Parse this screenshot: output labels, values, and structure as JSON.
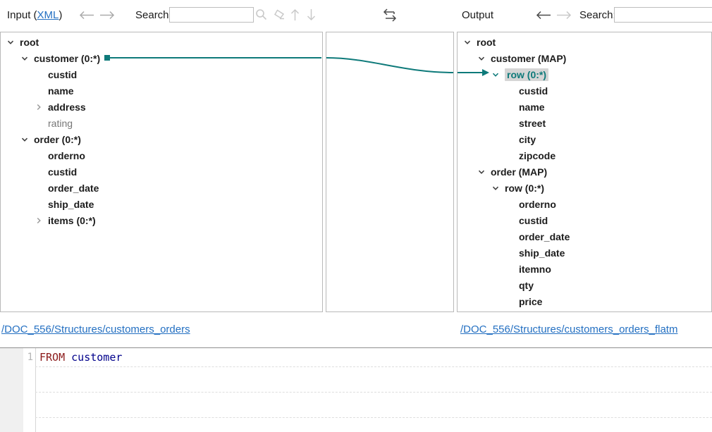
{
  "header": {
    "input": {
      "prefix": "Input (",
      "link": "XML",
      "suffix": ")"
    },
    "search_label": "Search:",
    "left_search_value": "",
    "right_search_value": "",
    "output_label": "Output"
  },
  "icons": {
    "back": "left-arrow-icon",
    "forward": "right-arrow-icon",
    "find": "magnifier-icon",
    "clear": "eraser-icon",
    "previous_match": "up-arrow-icon",
    "next_match": "down-arrow-icon",
    "switch_views": "swap-arrows-icon"
  },
  "input_tree": {
    "items": [
      {
        "label": "root",
        "level": 0,
        "state": "expanded"
      },
      {
        "label": "customer (0:*)",
        "level": 1,
        "state": "expanded",
        "mapped": true
      },
      {
        "label": "custid",
        "level": 2,
        "state": "leaf"
      },
      {
        "label": "name",
        "level": 2,
        "state": "leaf"
      },
      {
        "label": "address",
        "level": 2,
        "state": "collapsed"
      },
      {
        "label": "rating",
        "level": 2,
        "state": "leaf",
        "muted": true
      },
      {
        "label": "order (0:*)",
        "level": 1,
        "state": "expanded"
      },
      {
        "label": "orderno",
        "level": 2,
        "state": "leaf"
      },
      {
        "label": "custid",
        "level": 2,
        "state": "leaf"
      },
      {
        "label": "order_date",
        "level": 2,
        "state": "leaf"
      },
      {
        "label": "ship_date",
        "level": 2,
        "state": "leaf"
      },
      {
        "label": "items (0:*)",
        "level": 2,
        "state": "collapsed"
      }
    ]
  },
  "output_tree": {
    "items": [
      {
        "label": "root",
        "level": 0,
        "state": "expanded"
      },
      {
        "label": "customer (MAP)",
        "level": 1,
        "state": "expanded"
      },
      {
        "label": "row (0:*)",
        "level": 2,
        "state": "expanded",
        "highlight": true,
        "target": true
      },
      {
        "label": "custid",
        "level": 3,
        "state": "leaf"
      },
      {
        "label": "name",
        "level": 3,
        "state": "leaf"
      },
      {
        "label": "street",
        "level": 3,
        "state": "leaf"
      },
      {
        "label": "city",
        "level": 3,
        "state": "leaf"
      },
      {
        "label": "zipcode",
        "level": 3,
        "state": "leaf"
      },
      {
        "label": "order (MAP)",
        "level": 1,
        "state": "expanded"
      },
      {
        "label": "row (0:*)",
        "level": 2,
        "state": "expanded"
      },
      {
        "label": "orderno",
        "level": 3,
        "state": "leaf"
      },
      {
        "label": "custid",
        "level": 3,
        "state": "leaf"
      },
      {
        "label": "order_date",
        "level": 3,
        "state": "leaf"
      },
      {
        "label": "ship_date",
        "level": 3,
        "state": "leaf"
      },
      {
        "label": "itemno",
        "level": 3,
        "state": "leaf"
      },
      {
        "label": "qty",
        "level": 3,
        "state": "leaf"
      },
      {
        "label": "price",
        "level": 3,
        "state": "leaf"
      }
    ]
  },
  "mapping": {
    "source": "customer (0:*)",
    "target": "row (0:*)",
    "color": "#0E7A7A"
  },
  "footer": {
    "input_path": "/DOC_556/Structures/customers_orders",
    "output_path": "/DOC_556/Structures/customers_orders_flatm"
  },
  "editor": {
    "lines": [
      {
        "number": "1",
        "tokens": [
          {
            "text": "FROM",
            "type": "keyword"
          },
          {
            "text": " ",
            "type": "plain"
          },
          {
            "text": "customer",
            "type": "identifier"
          }
        ]
      }
    ]
  },
  "colors": {
    "accent_teal": "#0E7A7A",
    "link_blue": "#2470C2",
    "keyword_red": "#8B1A1A",
    "identifier_blue": "#00008B",
    "highlight_bg": "#D5D5D5",
    "panel_border": "#B9B9B9"
  }
}
